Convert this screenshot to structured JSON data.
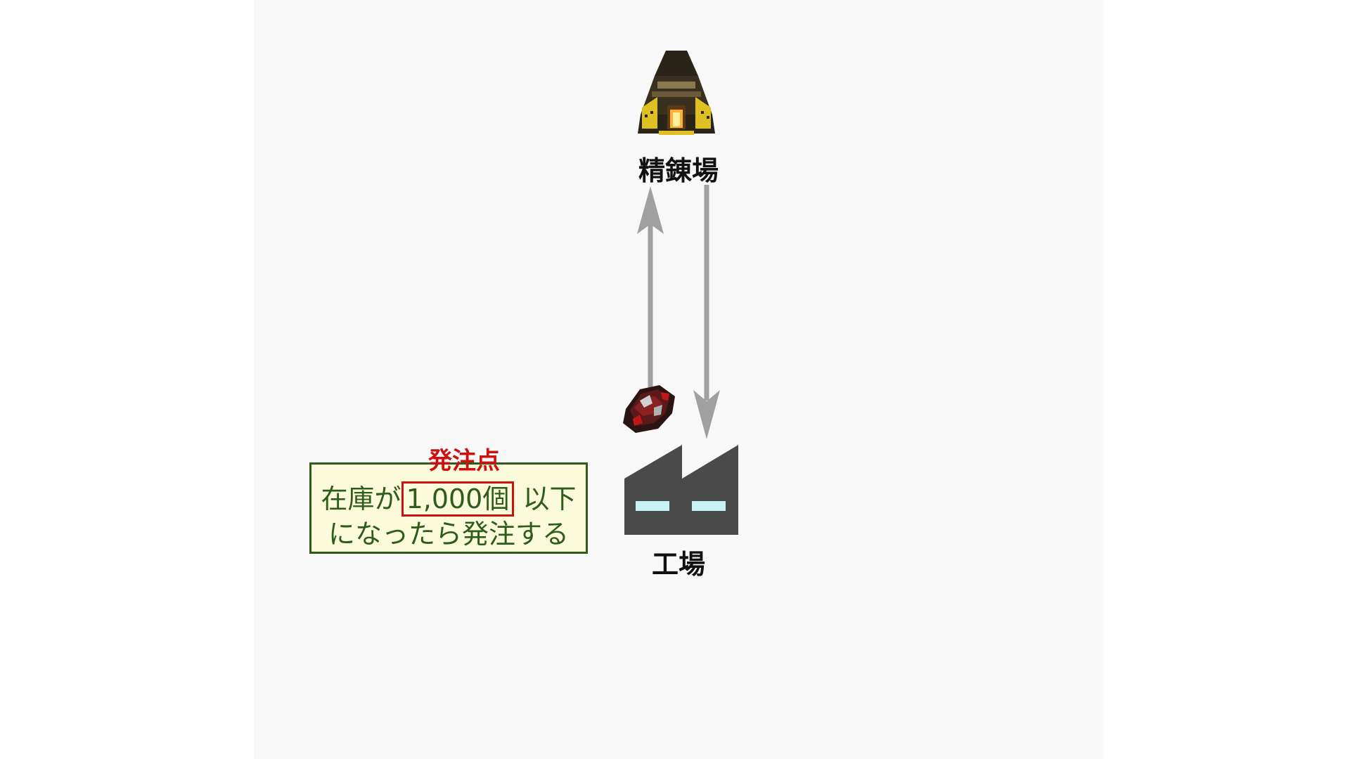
{
  "nodes": {
    "refinery": {
      "label": "精錬場",
      "icon": "refinery-icon"
    },
    "factory": {
      "label": "工場",
      "icon": "factory-icon"
    },
    "shipment": {
      "icon": "ore-shipment-icon"
    }
  },
  "callout": {
    "title": "発注点",
    "line1_before": "在庫が",
    "line1_highlight": "1,000個",
    "line1_after": " 以下",
    "line2": "になったら発注する"
  },
  "colors": {
    "arrow": "#a0a0a0",
    "callout_text": "#2e5c1a",
    "callout_bg": "#fbfbdc",
    "highlight": "#cc1111",
    "factory": "#4a4a4a",
    "factory_window": "#c8f4f4"
  }
}
